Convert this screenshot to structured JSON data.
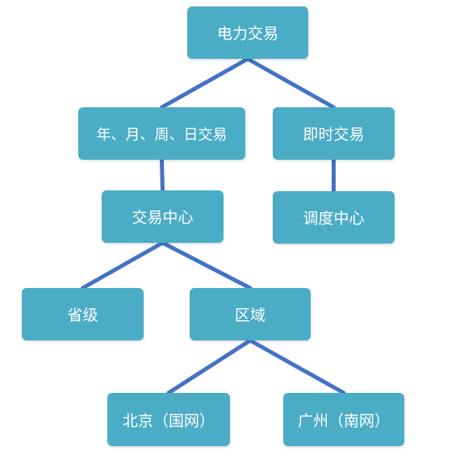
{
  "colors": {
    "node_fill": "#4bacc6",
    "node_text": "#ffffff",
    "connector": "#4472c4"
  },
  "nodes": {
    "root": "电力交易",
    "term": "年、月、周、日交易",
    "spot": "即时交易",
    "center": "交易中心",
    "dispatch": "调度中心",
    "provincial": "省级",
    "regional": "区域",
    "beijing": "北京（国网）",
    "guangzhou": "广州（南网）"
  },
  "edges": [
    [
      "root",
      "term"
    ],
    [
      "root",
      "spot"
    ],
    [
      "term",
      "center"
    ],
    [
      "spot",
      "dispatch"
    ],
    [
      "center",
      "provincial"
    ],
    [
      "center",
      "regional"
    ],
    [
      "regional",
      "beijing"
    ],
    [
      "regional",
      "guangzhou"
    ]
  ]
}
